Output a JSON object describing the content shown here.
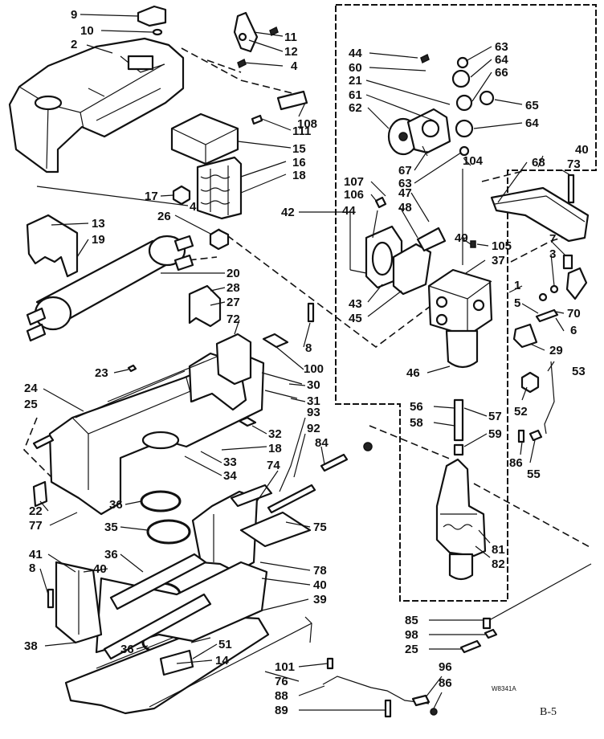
{
  "labels": {
    "l9": "9",
    "l10": "10",
    "l2": "2",
    "l11": "11",
    "l12": "12",
    "l4a": "4",
    "l108": "108",
    "l111": "111",
    "l15": "15",
    "l16": "16",
    "l18a": "18",
    "l17": "17",
    "l4b": "4",
    "l26": "26",
    "l13": "13",
    "l19": "19",
    "l20": "20",
    "l28": "28",
    "l27": "27",
    "l72": "72",
    "l8a": "8",
    "l100": "100",
    "l23": "23",
    "l24": "24",
    "l25a": "25",
    "l30": "30",
    "l31": "31",
    "l32": "32",
    "l18b": "18",
    "l33": "33",
    "l34": "34",
    "l93": "93",
    "l92": "92",
    "l84": "84",
    "l74": "74",
    "l22": "22",
    "l77": "77",
    "l41": "41",
    "l8b": "8",
    "l36a": "36",
    "l35": "35",
    "l36b": "36",
    "l40a": "40",
    "l75": "75",
    "l78": "78",
    "l40b": "40",
    "l39": "39",
    "l38": "38",
    "l51": "51",
    "l14": "14",
    "l36c": "36",
    "l101": "101",
    "l76": "76",
    "l88": "88",
    "l89": "89",
    "l44a": "44",
    "l60": "60",
    "l21": "21",
    "l61": "61",
    "l62": "62",
    "l63a": "63",
    "l64a": "64",
    "l66": "66",
    "l65": "65",
    "l64b": "64",
    "l67": "67",
    "l63b": "63",
    "l104": "104",
    "l107": "107",
    "l106": "106",
    "l47": "47",
    "l42": "42",
    "l44b": "44",
    "l48": "48",
    "l49": "49",
    "l105": "105",
    "l37": "37",
    "l43": "43",
    "l45": "45",
    "l46": "46",
    "l40c": "40",
    "l73": "73",
    "l68": "68",
    "l7": "7",
    "l3": "3",
    "l5": "5",
    "l1": "1",
    "l70": "70",
    "l6": "6",
    "l29": "29",
    "l53": "53",
    "l56": "56",
    "l58": "58",
    "l57": "57",
    "l59": "59",
    "l52": "52",
    "l86a": "86",
    "l55": "55",
    "l81": "81",
    "l82": "82",
    "l85": "85",
    "l98": "98",
    "l25b": "25",
    "l96": "96",
    "l86b": "86"
  },
  "drawing_code": "W8341A",
  "page_ref": "B-5"
}
